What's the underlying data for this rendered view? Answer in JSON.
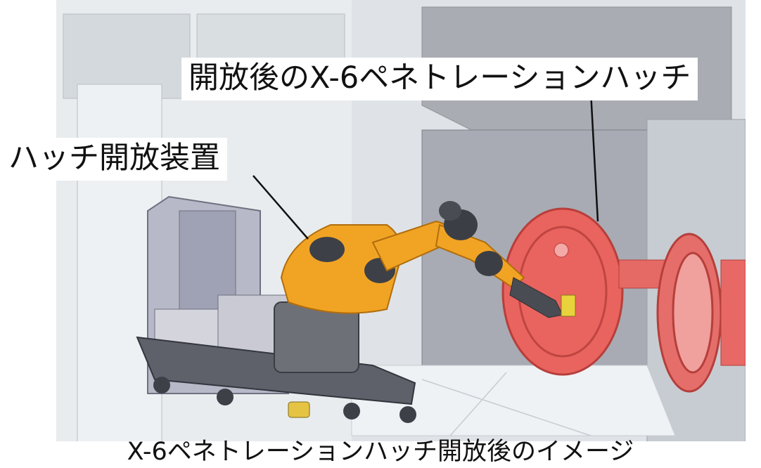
{
  "labels": {
    "top": "開放後のX-6ペネトレーションハッチ",
    "left": "ハッチ開放装置"
  },
  "caption": "X-6ペネトレーションハッチ開放後のイメージ",
  "colors": {
    "robot_orange": "#f0a020",
    "hatch_red": "#e0605e",
    "machinery_gray": "#8e8f98",
    "wall_light": "#e3e8ec",
    "background_dark": "#a4a7ae"
  },
  "icons": [
    "robot-arm",
    "hatch-opening-device",
    "penetration-hatch"
  ]
}
